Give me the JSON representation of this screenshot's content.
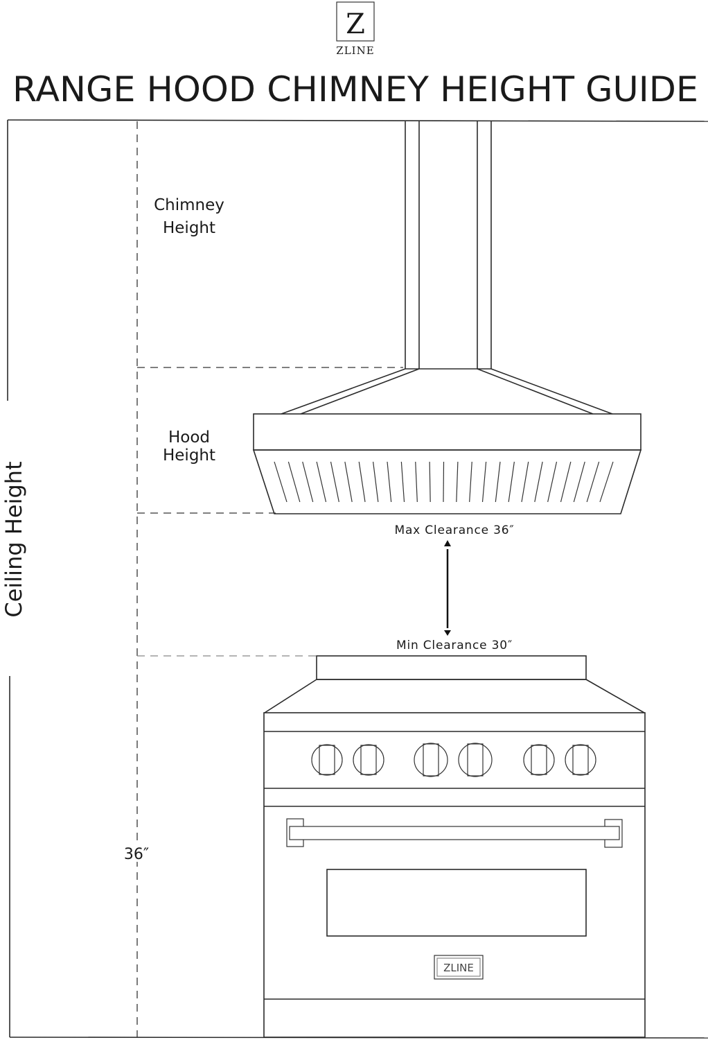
{
  "logo": {
    "letter": "Z",
    "brand": "ZLINE"
  },
  "title": "RANGE HOOD CHIMNEY HEIGHT GUIDE",
  "labels": {
    "chimney_line1": "Chimney",
    "chimney_line2": "Height",
    "hood_line1": "Hood",
    "hood_line2": "Height",
    "ceiling_height": "Ceiling Height",
    "max_clearance": "Max Clearance 36″",
    "min_clearance": "Min Clearance 30″",
    "range_height": "36″"
  },
  "range": {
    "badge": "ZLINE",
    "knob_count": 6
  },
  "hood": {
    "baffle_count": 25
  },
  "colors": {
    "line": "#2a2a2a",
    "background": "#ffffff"
  }
}
